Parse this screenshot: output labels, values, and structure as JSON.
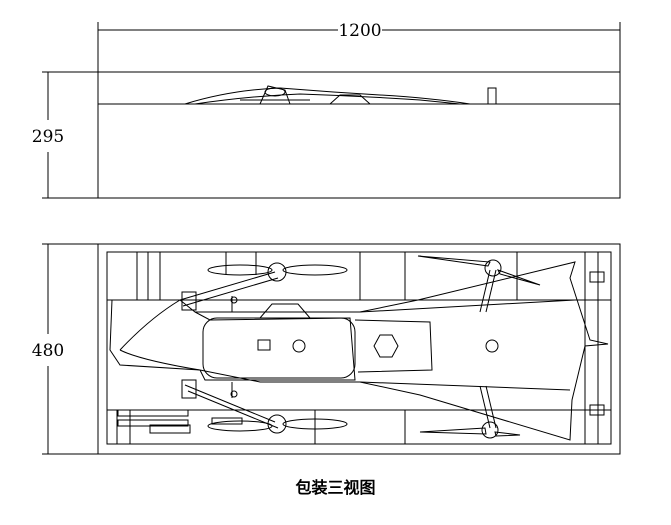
{
  "dimensions": {
    "length": "1200",
    "height": "295",
    "width": "480"
  },
  "caption": "包装三视图",
  "colors": {
    "line": "#000000",
    "background": "#ffffff"
  }
}
